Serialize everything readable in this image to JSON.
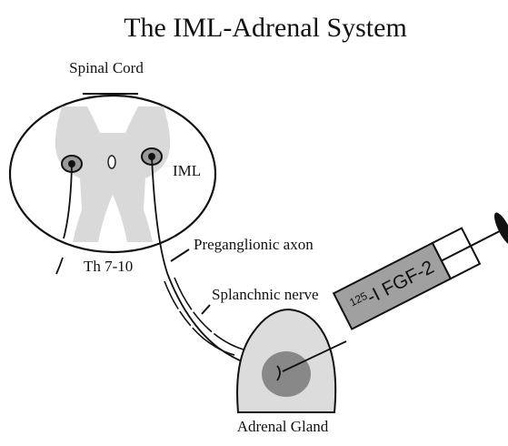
{
  "title": "The IML-Adrenal System",
  "labels": {
    "spinal_cord": "Spinal Cord",
    "iml": "IML",
    "segments": "Th 7-10",
    "preganglionic_axon": "Preganglionic axon",
    "splanchnic_nerve": "Splanchnic nerve",
    "adrenal_gland": "Adrenal Gland"
  },
  "syringe": {
    "isotope_superscript": "125",
    "label": "-I FGF-2"
  }
}
